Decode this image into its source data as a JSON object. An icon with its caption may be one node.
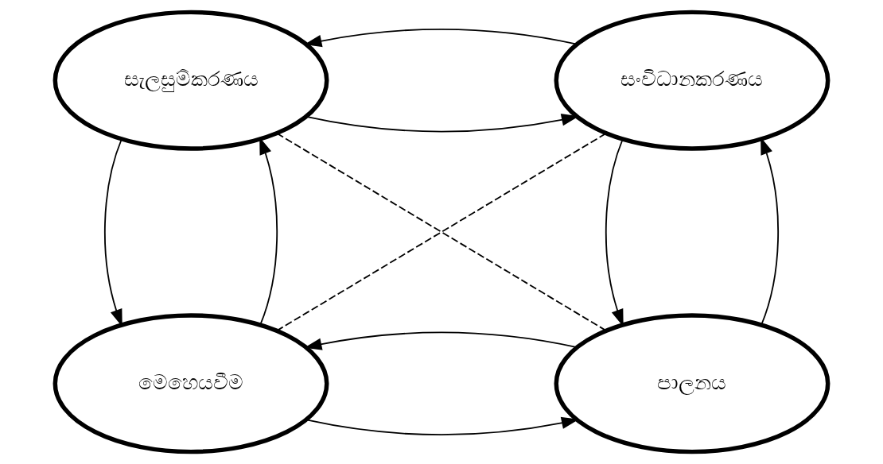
{
  "diagram": {
    "nodes": [
      {
        "text": [
          "සැලසුම්කරණය"
        ]
      },
      {
        "text": [
          "සංවිධානකරණය"
        ]
      },
      {
        "text": [
          "මෙහෙයවීම"
        ]
      },
      {
        "text": [
          "පාලනය"
        ]
      }
    ],
    "edges": [
      {
        "from": 0,
        "to": 1,
        "arrow": "to"
      },
      {
        "from": 1,
        "to": 0,
        "arrow": "to"
      },
      {
        "from": 2,
        "to": 0,
        "arrow": "to"
      },
      {
        "from": 0,
        "to": 2,
        "arrow": "to"
      },
      {
        "from": 3,
        "to": 1,
        "arrow": "to"
      },
      {
        "from": 1,
        "to": 3,
        "arrow": "to"
      },
      {
        "from": 2,
        "to": 3,
        "arrow": "to"
      },
      {
        "from": 3,
        "to": 2,
        "arrow": "to"
      },
      {
        "from": 0,
        "to": 3,
        "arrow": "none",
        "style": "dashed"
      },
      {
        "from": 2,
        "to": 1,
        "arrow": "none",
        "style": "dashed"
      }
    ]
  }
}
